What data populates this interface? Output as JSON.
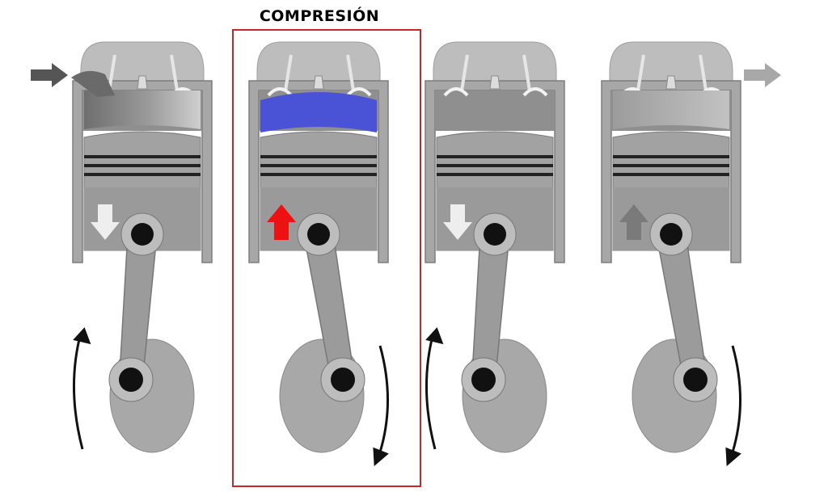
{
  "title": "COMPRESIÓN",
  "highlight_index": 1,
  "colors": {
    "highlight_border": "#c62828",
    "compression_charge": "#4a52d6",
    "arrow_red": "#ee1111",
    "arrow_white": "#eeeeee",
    "arrow_dark": "#7a7a7a",
    "flow_arrow_in": "#555555",
    "flow_arrow_out": "#a8a8a8",
    "rotation_arrow": "#111111"
  },
  "panels": [
    {
      "piston_arrow": "down",
      "piston_arrow_color": "white",
      "chamber": "intake-gas",
      "flow_arrow": "in",
      "rotation": "up"
    },
    {
      "piston_arrow": "up",
      "piston_arrow_color": "red",
      "chamber": "compressed-blue",
      "flow_arrow": "none",
      "rotation": "down"
    },
    {
      "piston_arrow": "down",
      "piston_arrow_color": "white",
      "chamber": "plain",
      "flow_arrow": "none",
      "rotation": "up"
    },
    {
      "piston_arrow": "up",
      "piston_arrow_color": "dark",
      "chamber": "exhaust-gas",
      "flow_arrow": "out",
      "rotation": "down"
    }
  ]
}
